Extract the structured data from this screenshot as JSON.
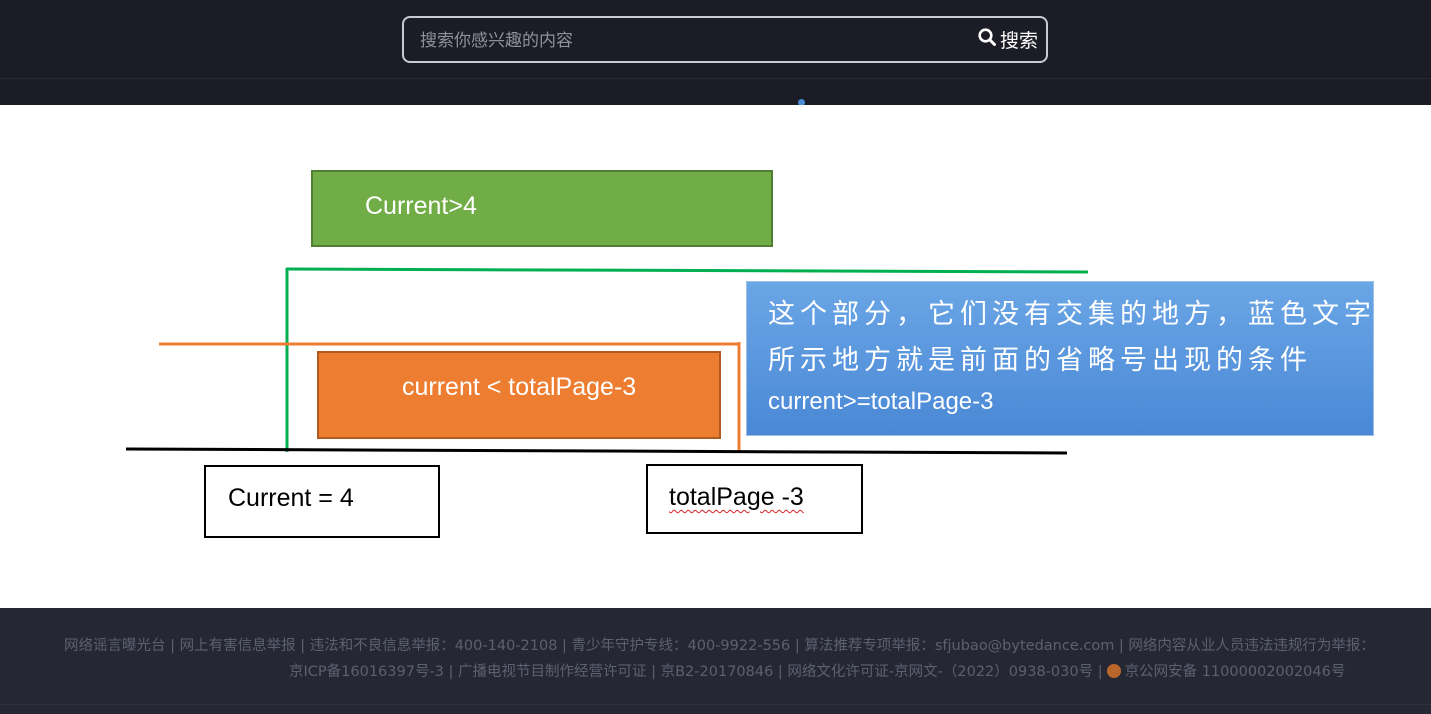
{
  "header": {
    "search_placeholder": "搜索你感兴趣的内容",
    "search_button": "搜索"
  },
  "diagram": {
    "green_box": "Current>4",
    "orange_box": "current < totalPage-3",
    "blue_box": {
      "line1": "这个部分，它们没有交集的地方，蓝色文字",
      "line2": "所示地方就是前面的省略号出现的条件",
      "line3": "current>=totalPage-3"
    },
    "box_current": "Current = 4",
    "box_total": "totalPage -3"
  },
  "footer": {
    "row1": "网络谣言曝光台 | 网上有害信息举报 | 违法和不良信息举报：400-140-2108 | 青少年守护专线：400-9922-556 | 算法推荐专项举报：sfjubao@bytedance.com | 网络内容从业人员违法违规行为举报：",
    "row2a": "京ICP备16016397号-3 | 广播电视节目制作经营许可证 | 京B2-20170846 | 网络文化许可证-京网文-（2022）0938-030号 |",
    "row2b": "京公网安备 11000002002046号"
  },
  "colors": {
    "header_bg": "#1b1c26",
    "green": "#70ad47",
    "orange": "#ed7d31",
    "blue": "#5b9bd5",
    "footer_bg": "#252733"
  },
  "icons": {
    "search": "search-icon",
    "emblem": "police-emblem-icon"
  }
}
